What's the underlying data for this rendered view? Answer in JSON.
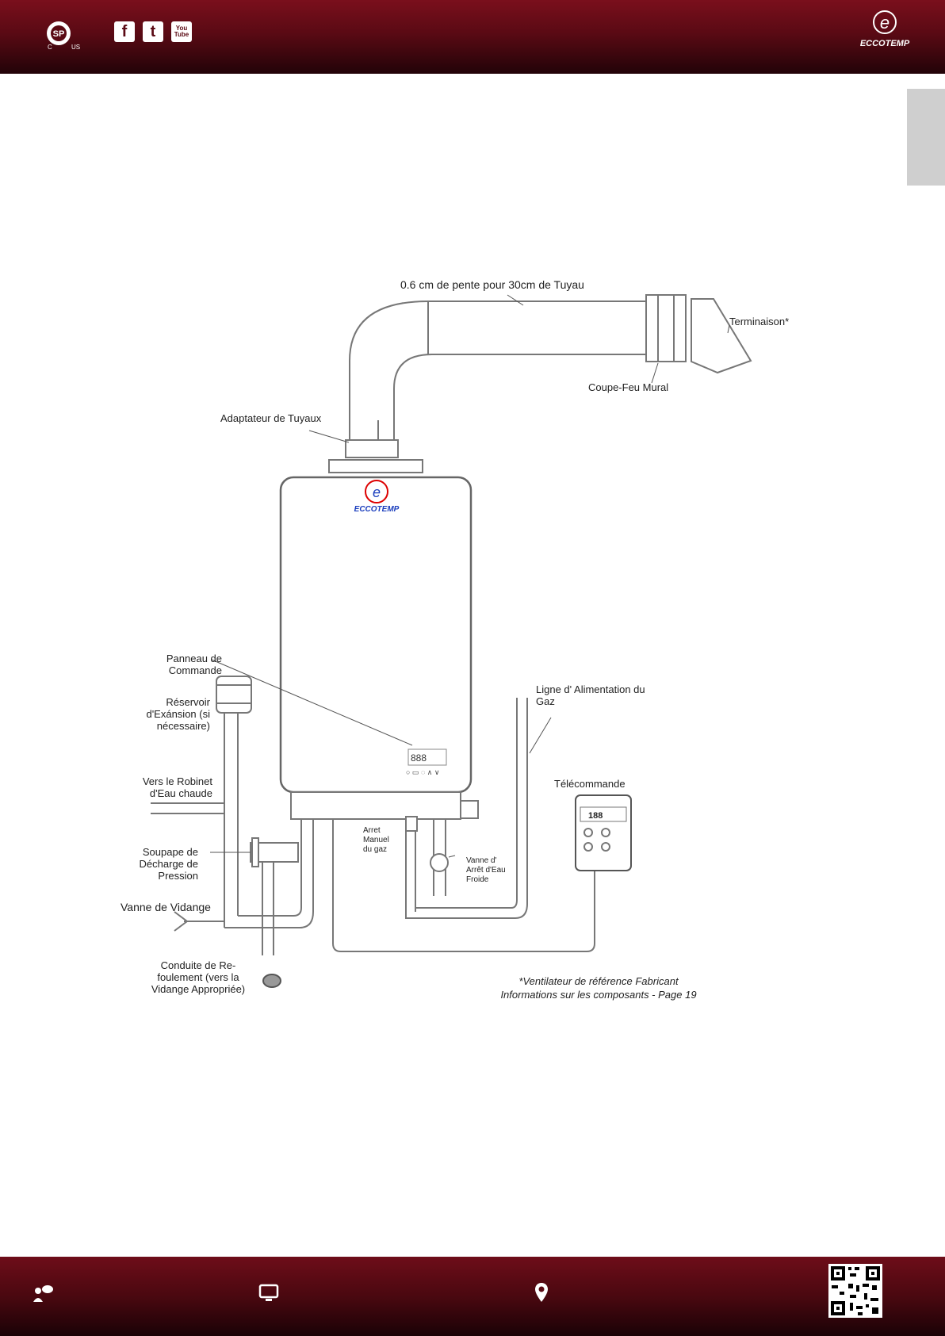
{
  "header": {
    "cert_mark": "SP",
    "cert_c": "C",
    "cert_us": "US",
    "social": [
      {
        "icon": "facebook-icon",
        "glyph": "f"
      },
      {
        "icon": "twitter-icon",
        "glyph": "t"
      },
      {
        "icon": "youtube-icon",
        "glyph": "You Tube"
      }
    ],
    "brand_name": "ECCOTEMP",
    "brand_logo_letter": "e"
  },
  "diagram": {
    "slope_label": "0.6 cm de pente pour 30cm de Tuyau",
    "termination_label": "Terminaison*",
    "wall_firestop_label": "Coupe-Feu Mural",
    "pipe_adapter_label": "Adaptateur de Tuyaux",
    "control_panel_label": "Panneau de Commande",
    "expansion_tank_label": "Réservoir d'Exánsion (si nécessaire)",
    "hot_water_label": "Vers le Robinet d'Eau chaude",
    "relief_valve_label": "Soupape de Décharge de Pression",
    "drain_valve_label": "Vanne de Vidange",
    "discharge_label": "Conduite de Re-foulement (vers la Vidange Appropriée)",
    "gas_supply_label": "Ligne d' Alimentation du Gaz",
    "remote_label": "Télécommande",
    "gas_shutoff_label": "Arret Manuel du gaz",
    "cold_water_label": "Vanne d' Arrêt d'Eau Froide",
    "display_digits": "888",
    "remote_digits": "188",
    "heater_brand": "ECCOTEMP",
    "footnote_line1": "*Ventilateur de référence Fabricant",
    "footnote_line2": "Informations sur les composants - Page 19"
  },
  "footer": {
    "icons": [
      "person-chat-icon",
      "monitor-icon",
      "location-pin-icon",
      "qr-code-icon"
    ]
  }
}
